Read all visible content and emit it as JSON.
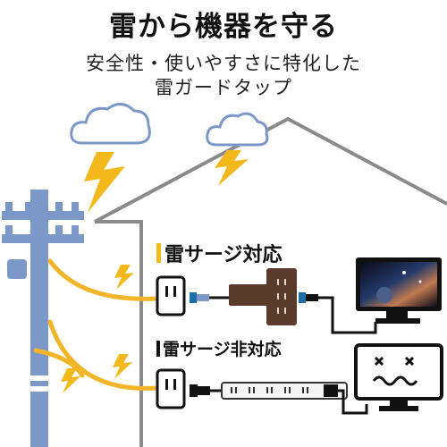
{
  "headline": "雷から機器を守る",
  "subtitle_line1": "安全性・使いやすさに特化した",
  "subtitle_line2": "雷ガードタップ",
  "label_supported": "雷サージ対応",
  "label_unsupported": "雷サージ非対応",
  "colors": {
    "pole": "#7b98c9",
    "bolt": "#f3b81c",
    "wire": "#f2b52a",
    "house": "#8a8a8a",
    "tap_brown": "#5a3a2a",
    "accent_bar": "#f3b81c",
    "text": "#111111"
  }
}
